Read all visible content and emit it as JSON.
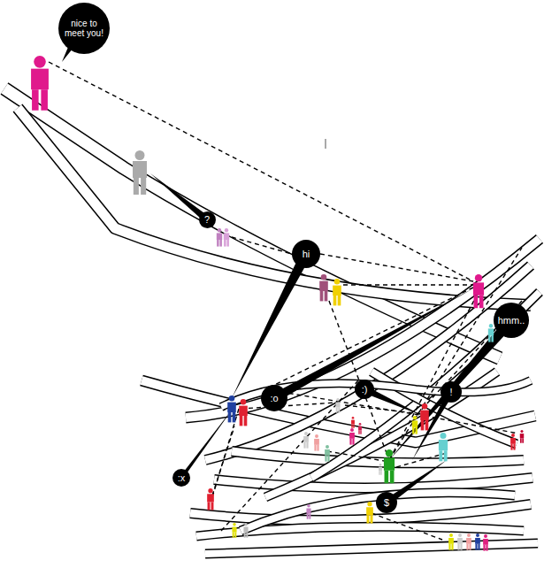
{
  "diagram": {
    "nodes": [
      {
        "text": [
          "nice to meet you!"
        ]
      },
      {
        "text": [
          "?"
        ]
      },
      {
        "text": [
          "hi"
        ]
      },
      {
        "text": [
          "hmm.."
        ]
      },
      {
        "text": [
          ":o"
        ]
      },
      {
        "text": [
          ":)"
        ]
      },
      {
        "text": [
          "!"
        ]
      },
      {
        "text": [
          ":x"
        ]
      },
      {
        "text": [
          "$"
        ]
      }
    ]
  }
}
